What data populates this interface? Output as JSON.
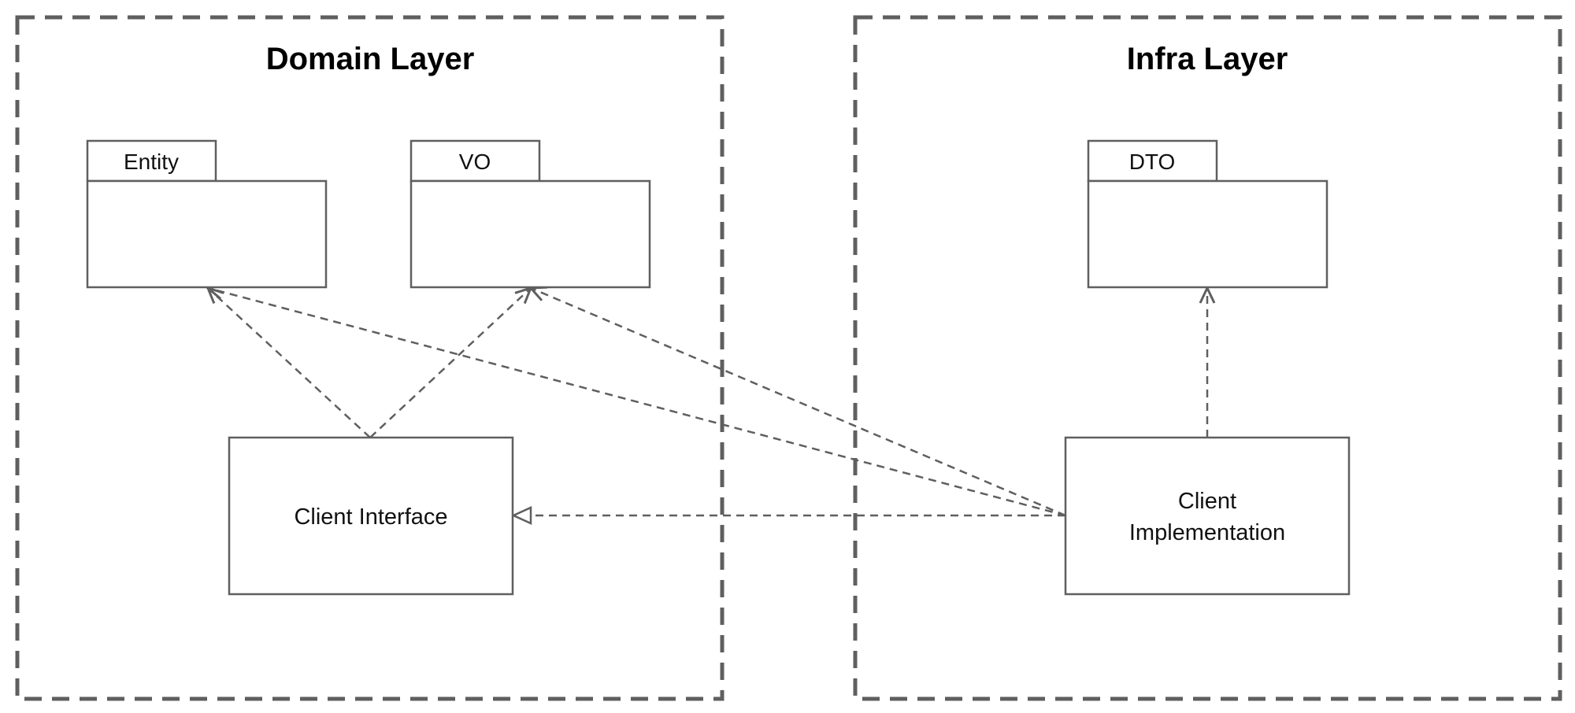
{
  "layers": {
    "domain": {
      "title": "Domain Layer"
    },
    "infra": {
      "title": "Infra Layer"
    }
  },
  "packages": {
    "entity": {
      "label": "Entity"
    },
    "vo": {
      "label": "VO"
    },
    "dto": {
      "label": "DTO"
    }
  },
  "classes": {
    "client_interface": {
      "label": "Client Interface"
    },
    "client_implementation": {
      "label_line1": "Client",
      "label_line2": "Implementation"
    }
  },
  "relations": [
    {
      "from": "Client Interface",
      "to": "Entity",
      "kind": "dependency"
    },
    {
      "from": "Client Interface",
      "to": "VO",
      "kind": "dependency"
    },
    {
      "from": "Client Implementation",
      "to": "Entity",
      "kind": "dependency"
    },
    {
      "from": "Client Implementation",
      "to": "VO",
      "kind": "dependency"
    },
    {
      "from": "Client Implementation",
      "to": "DTO",
      "kind": "dependency"
    },
    {
      "from": "Client Implementation",
      "to": "Client Interface",
      "kind": "realization"
    }
  ],
  "colors": {
    "line": "#5f5f5f",
    "text": "#111111",
    "background": "#ffffff"
  }
}
